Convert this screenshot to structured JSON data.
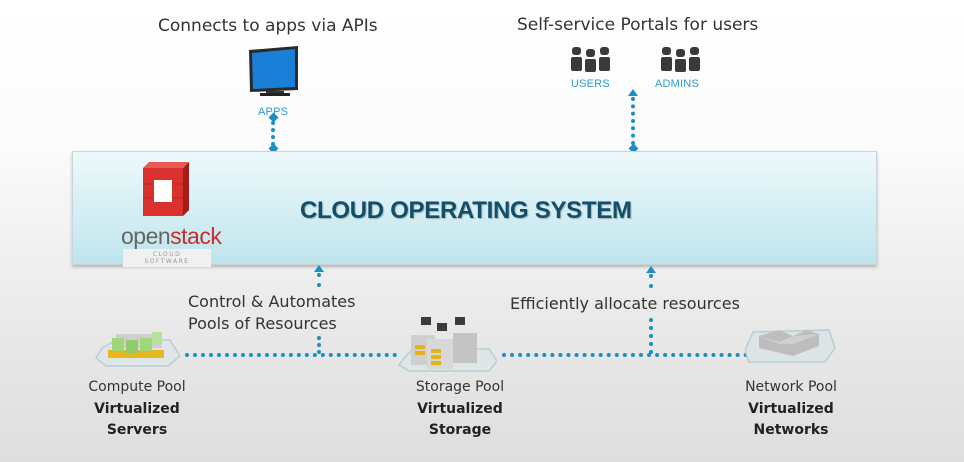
{
  "top": {
    "apps_heading": "Connects to apps via APIs",
    "portals_heading": "Self-service Portals for users",
    "apps_label": "APPS",
    "users_label": "USERS",
    "admins_label": "ADMINS"
  },
  "panel": {
    "title": "CLOUD OPERATING SYSTEM",
    "logo": {
      "brand_part1": "open",
      "brand_part2": "stack",
      "tagline": "CLOUD SOFTWARE"
    }
  },
  "middle": {
    "control_line1": "Control & Automates",
    "control_line2": "Pools of Resources",
    "allocate": "Efficiently allocate resources"
  },
  "pools": [
    {
      "name": "Compute Pool",
      "bold_line1": "Virtualized",
      "bold_line2": "Servers"
    },
    {
      "name": "Storage Pool",
      "bold_line1": "Virtualized",
      "bold_line2": "Storage"
    },
    {
      "name": "Network Pool",
      "bold_line1": "Virtualized",
      "bold_line2": "Networks"
    }
  ],
  "colors": {
    "connector_blue": "#1a8fc2",
    "label_blue": "#2d9ccf",
    "title_navy": "#124e6a",
    "openstack_red": "#d9322e"
  }
}
